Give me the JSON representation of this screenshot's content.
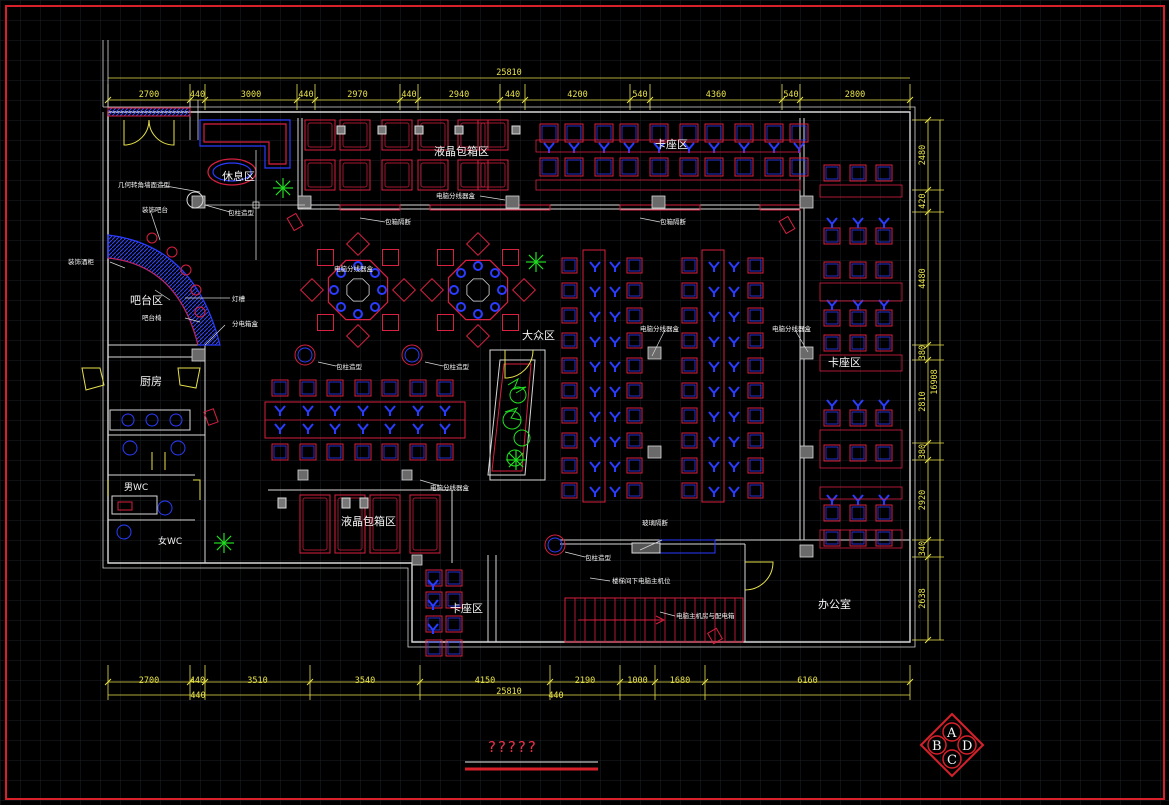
{
  "drawing": {
    "title": "?????",
    "colors": {
      "background": "#000000",
      "grid": "#1f232a",
      "frame": "#d8202a",
      "wall": "#d8d8d8",
      "dimension": "#e8e24a",
      "furniture_red": "#d82040",
      "furniture_blue": "#2a3cff",
      "plant": "#22dd22",
      "text": "#f5f5f5"
    }
  },
  "zones": {
    "lounge": "休息区",
    "bar": "吧台区",
    "kitchen": "厨房",
    "male_wc": "男WC",
    "female_wc": "女WC",
    "lcd_rooms_top": "液晶包箱区",
    "lcd_rooms_bottom": "液晶包箱区",
    "booth_top": "卡座区",
    "booth_right": "卡座区",
    "booth_bottom": "卡座区",
    "public": "大众区",
    "office": "办公室"
  },
  "annotations": {
    "lounge_wall": "几何转角墙面造型",
    "lounge_pillar": "包柱造型",
    "bar_counter": "装饰吧台",
    "bar_cabinet": "装饰酒柜",
    "bar_chair": "吧台椅",
    "bar_light": "灯槽",
    "power_box": "分电箱盒",
    "pc_dist_top": "电脑分线器盒",
    "pc_dist_round": "电脑分线器盒",
    "pc_dist_mid": "电脑分线器盒",
    "pc_dist_right": "电脑分线器盒",
    "pc_dist_lower": "电脑分线器盒",
    "room_door_1": "包箱隔断",
    "room_door_2": "包箱隔断",
    "pillar_1": "包柱造型",
    "pillar_2": "包柱造型",
    "pillar_3": "包柱造型",
    "glass_partition": "玻璃隔断",
    "stair_note": "楼梯间下电脑主机位",
    "server_note": "电脑主机房与配电箱"
  },
  "dimensions": {
    "top_total": "25810",
    "top": [
      "2700",
      "440",
      "3000",
      "440",
      "2970",
      "440",
      "2940",
      "440",
      "4200",
      "540",
      "4360",
      "540",
      "2800"
    ],
    "bottom": [
      "2700",
      "440",
      "3510",
      "3540",
      "4150",
      "2190",
      "1000",
      "1680",
      "6160"
    ],
    "bottom_total": "25810",
    "bottom_extra": "440",
    "right": [
      "2480",
      "420",
      "4480",
      "380",
      "2810",
      "380",
      "2920",
      "340",
      "2638"
    ],
    "right_total": "16908"
  },
  "logo": {
    "letters": [
      "A",
      "B",
      "D",
      "C"
    ]
  }
}
